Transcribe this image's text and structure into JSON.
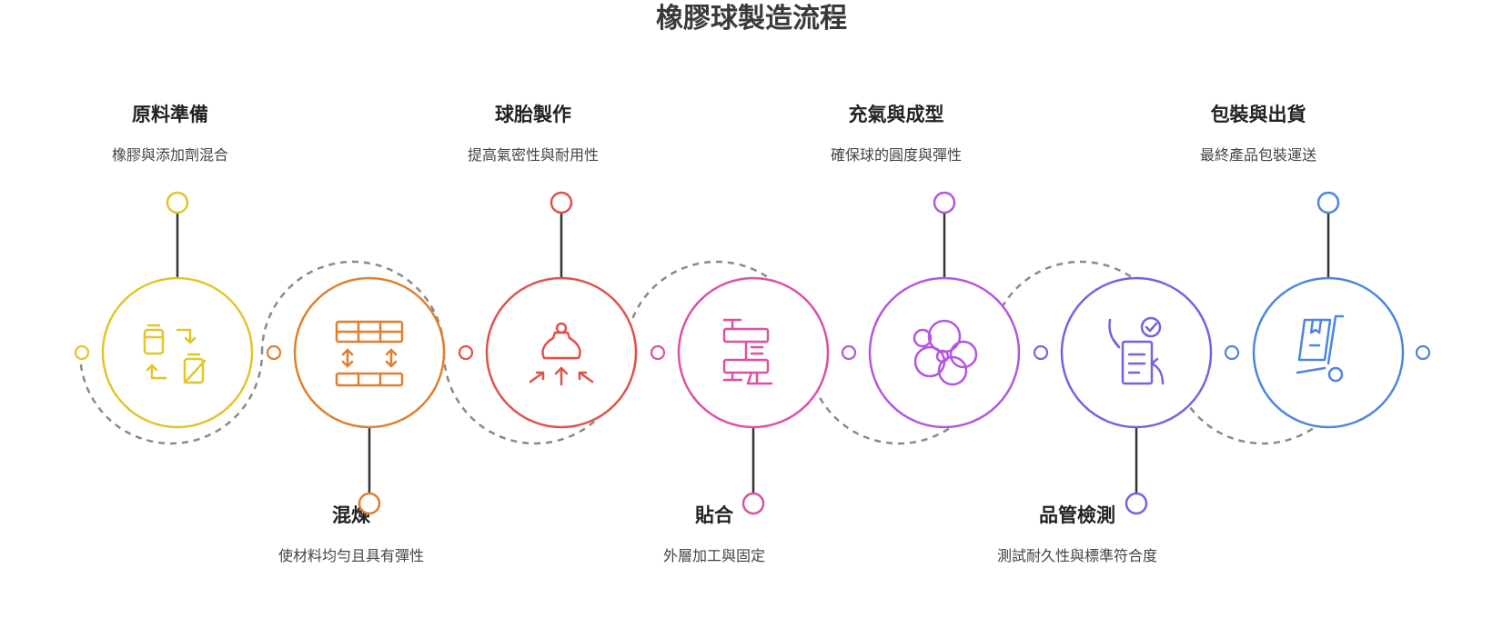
{
  "title": "橡膠球製造流程",
  "steps": [
    {
      "title": "原料準備",
      "desc": "橡膠與添加劑混合",
      "color": "#e0c62a",
      "icon": "raw-material-exchange-icon"
    },
    {
      "title": "混煉",
      "desc": "使材料均勻且具有彈性",
      "color": "#e07f2e",
      "icon": "mixing-rollers-icon"
    },
    {
      "title": "球胎製作",
      "desc": "提高氣密性與耐用性",
      "color": "#e0514d",
      "icon": "ball-core-pressure-icon"
    },
    {
      "title": "貼合",
      "desc": "外層加工與固定",
      "color": "#dd4fa6",
      "icon": "clamp-press-icon"
    },
    {
      "title": "充氣與成型",
      "desc": "確保球的圓度與彈性",
      "color": "#b356e0",
      "icon": "inflated-shape-icon"
    },
    {
      "title": "品管檢測",
      "desc": "測試耐久性與標準符合度",
      "color": "#7c5fe0",
      "icon": "quality-checklist-icon"
    },
    {
      "title": "包裝與出貨",
      "desc": "最終產品包裝運送",
      "color": "#4c86e0",
      "icon": "package-cart-icon"
    }
  ]
}
